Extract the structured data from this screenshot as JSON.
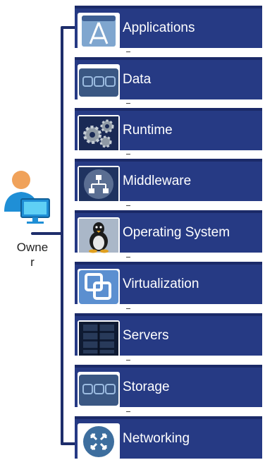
{
  "owner": {
    "label": "Owne\nr"
  },
  "colors": {
    "row_fill": "#263a84",
    "row_border": "#1b2a68",
    "bracket": "#1e2d6b"
  },
  "layers": [
    {
      "label": "Applications",
      "icon": "app-store-icon"
    },
    {
      "label": "Data",
      "icon": "data-icon"
    },
    {
      "label": "Runtime",
      "icon": "gears-icon"
    },
    {
      "label": "Middleware",
      "icon": "network-hierarchy-icon"
    },
    {
      "label": "Operating System",
      "icon": "linux-penguin-icon"
    },
    {
      "label": "Virtualization",
      "icon": "virtualization-icon"
    },
    {
      "label": "Servers",
      "icon": "server-rack-icon"
    },
    {
      "label": "Storage",
      "icon": "storage-icon"
    },
    {
      "label": "Networking",
      "icon": "router-icon"
    }
  ]
}
